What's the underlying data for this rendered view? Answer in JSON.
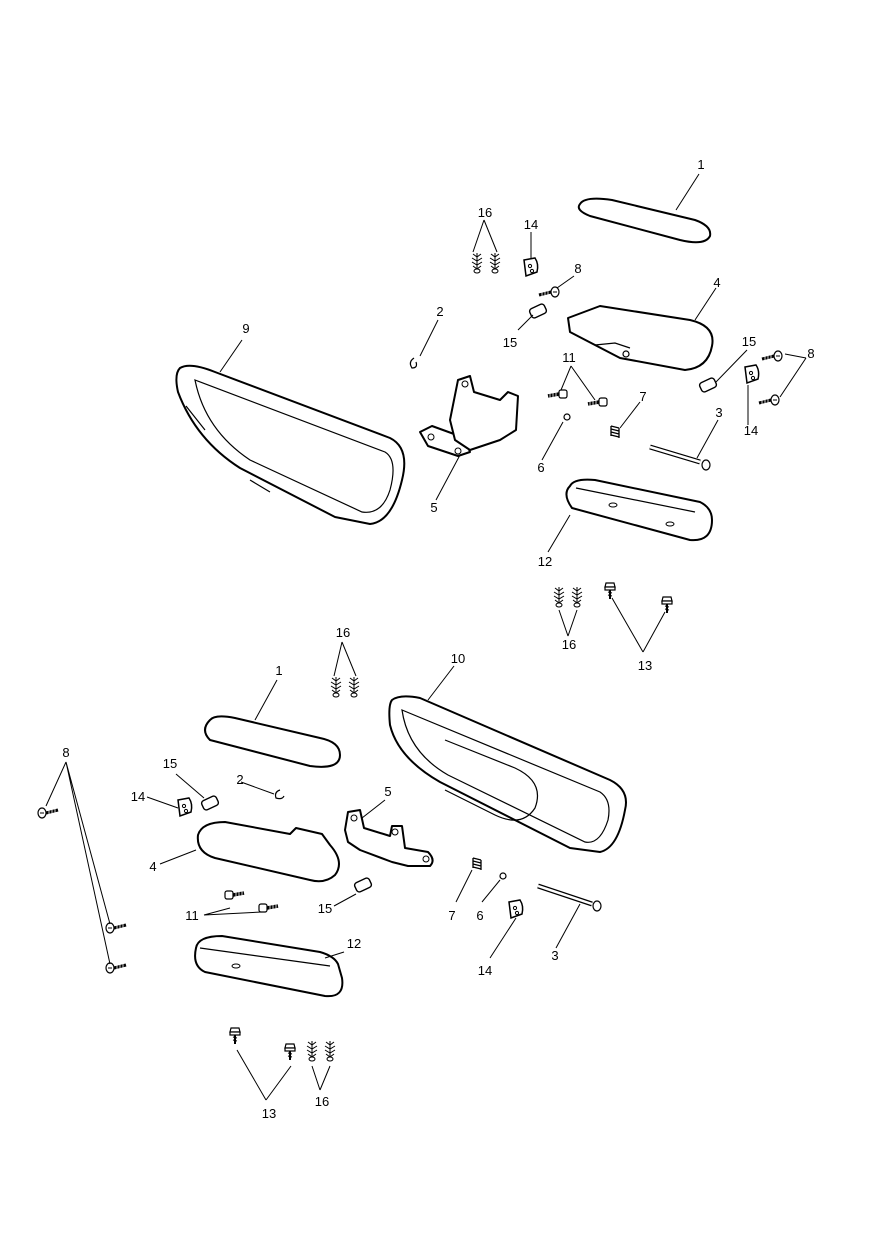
{
  "diagram": {
    "callouts": {
      "c1a": "1",
      "c16a": "16",
      "c14a": "14",
      "c8a": "8",
      "c4a": "4",
      "c2a": "2",
      "c9": "9",
      "c15a": "15",
      "c11a": "11",
      "c15b": "15",
      "c8b": "8",
      "c7a": "7",
      "c14b": "14",
      "c3a": "3",
      "c6a": "6",
      "c5a": "5",
      "c12a": "12",
      "c16b": "16",
      "c13a": "13",
      "c16c": "16",
      "c1b": "1",
      "c10": "10",
      "c8c": "8",
      "c15c": "15",
      "c2b": "2",
      "c14c": "14",
      "c5b": "5",
      "c4b": "4",
      "c11b": "11",
      "c15d": "15",
      "c7b": "7",
      "c6b": "6",
      "c14d": "14",
      "c3b": "3",
      "c12b": "12",
      "c13b": "13",
      "c16d": "16"
    }
  }
}
